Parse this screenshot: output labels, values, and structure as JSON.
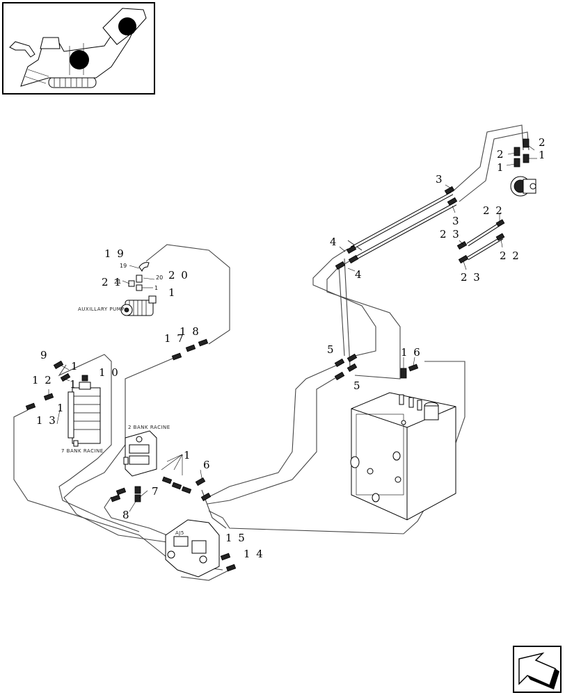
{
  "labels": {
    "n19": "1 9",
    "n19s": "19",
    "n20": "2 0",
    "n20s": "20",
    "n21": "2 1",
    "n21s": "21",
    "n1a": "1",
    "n1s": "1",
    "n17": "1 7",
    "n18": "1 8",
    "n9": "9",
    "n1b": "1",
    "n1c": "1",
    "n10": "1 0",
    "n12": "1 2",
    "n13": "1 3",
    "n1d": "1",
    "n1e": "1",
    "n6": "6",
    "n7": "7",
    "n8": "8",
    "n15": "1 5",
    "n14": "1 4",
    "n5a": "5",
    "n5b": "5",
    "n4a": "4",
    "n4b": "4",
    "n3a": "3",
    "n3b": "3",
    "n16": "1 6",
    "n2a": "2",
    "n2b": "2",
    "n1f": "1",
    "n1g": "1",
    "n22a": "2 2",
    "n22b": "2 2",
    "n23a": "2 3",
    "n23b": "2 3"
  },
  "captions": {
    "auxiliary_pump": "AUXILLARY PUMP",
    "bank2": "2 BANK RACINE",
    "bank7": "7 BANK RACINE",
    "block_marking": "AJ5"
  },
  "icons": {
    "machine_thumbnail": "cane-harvester-thumbnail-icon",
    "nav_arrow": "next-page-arrow-icon"
  }
}
